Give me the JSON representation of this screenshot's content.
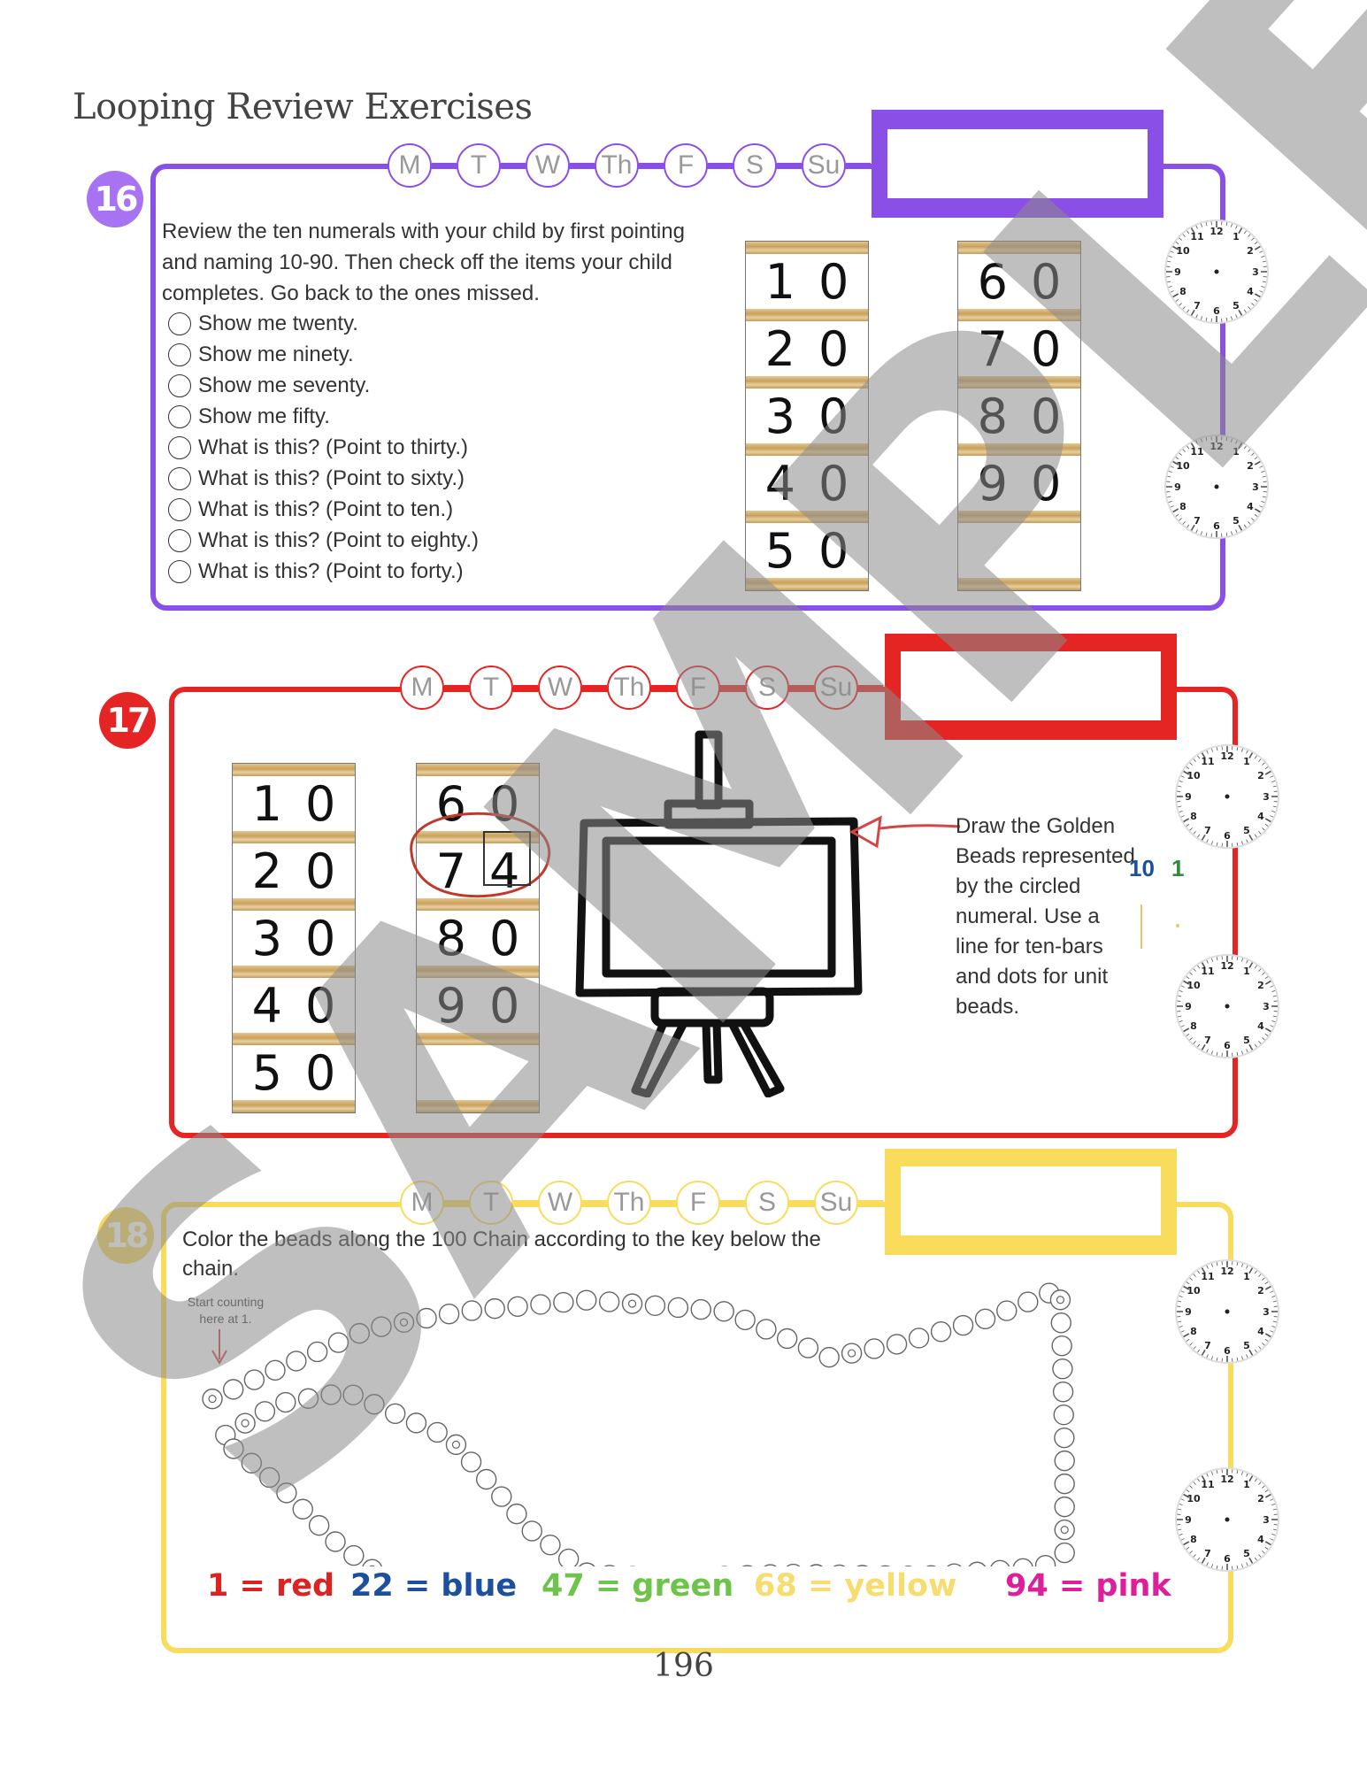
{
  "page": {
    "title": "Looping Review Exercises",
    "page_number": "196",
    "watermark": "SAMPLE"
  },
  "days": [
    "M",
    "T",
    "W",
    "Th",
    "F",
    "S",
    "Su"
  ],
  "colors": {
    "purple": "#8a4fe6",
    "red": "#e42524",
    "yellow": "#f9dc5c",
    "key_red": "#dd2222",
    "key_blue": "#1c4f9e",
    "key_green": "#6ec44a",
    "key_yellow": "#f7dc6f",
    "key_pink": "#dd1f9b"
  },
  "section16": {
    "number": "16",
    "instructions": "Review the ten numerals with your child by first pointing and naming 10-90. Then check off the items your child completes. Go back to the ones missed.",
    "items": [
      "Show me twenty.",
      "Show me ninety.",
      "Show me seventy.",
      "Show me fifty.",
      "What is this? (Point to thirty.)",
      "What is this? (Point to sixty.)",
      "What is this? (Point to ten.)",
      "What is this? (Point to eighty.)",
      "What is this? (Point to forty.)"
    ],
    "board_left": [
      "10",
      "20",
      "30",
      "40",
      "50"
    ],
    "board_right": [
      "60",
      "70",
      "80",
      "90",
      ""
    ]
  },
  "section17": {
    "number": "17",
    "board_left": [
      "10",
      "20",
      "30",
      "40",
      "50"
    ],
    "board_right": [
      "60",
      "74",
      "80",
      "90",
      ""
    ],
    "instructions": "Draw the Golden Beads represented by the circled numeral. Use a line for ten-bars and dots for unit beads.",
    "legend_ten": "10",
    "legend_unit": "1"
  },
  "section18": {
    "number": "18",
    "instructions": "Color the beads along the 100 Chain according to the key below the chain.",
    "start_note": "Start counting here at 1.",
    "key": [
      "1 = red",
      "22 = blue",
      "47 = green",
      "68 = yellow",
      "94 = pink"
    ]
  }
}
